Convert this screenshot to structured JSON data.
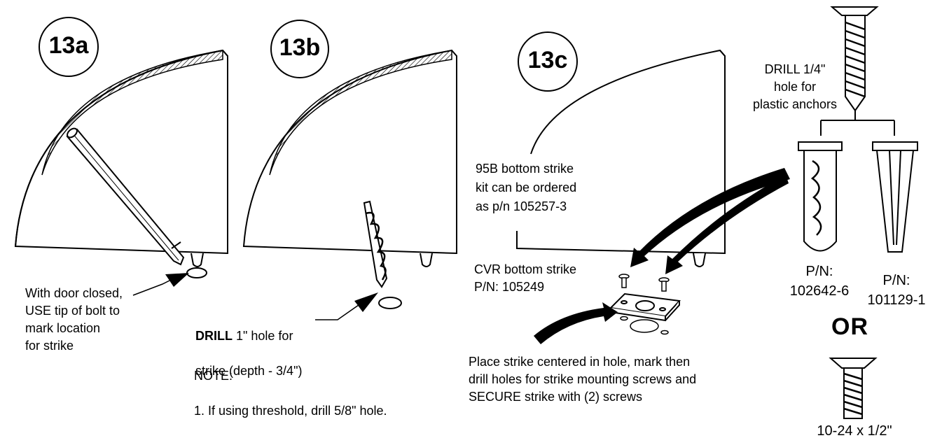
{
  "steps": {
    "a": "13a",
    "b": "13b",
    "c": "13c"
  },
  "step_a": {
    "instruction": "With door closed,\nUSE tip of bolt to\nmark location\nfor strike"
  },
  "step_b": {
    "drill_bold": "DRILL",
    "drill_rest": " 1\" hole for",
    "drill_line2": "strike (depth - 3/4\")",
    "note_title": "NOTE:",
    "note_item": "1. If using threshold, drill 5/8\" hole."
  },
  "step_c": {
    "kit_note": "95B bottom strike\nkit can be ordered\nas p/n 105257-3",
    "cvr_strike": "CVR bottom strike\nP/N: 105249",
    "place_instruction": "Place strike centered in hole, mark then\ndrill holes for strike mounting screws and\nSECURE strike with (2) screws"
  },
  "hardware": {
    "drill_note": "DRILL 1/4\"\nhole for\nplastic anchors",
    "anchor_1_pn": "P/N:\n102642-6",
    "anchor_2_pn": "P/N:\n101129-1",
    "or_label": "OR",
    "screw_size": "10-24 x 1/2\""
  }
}
